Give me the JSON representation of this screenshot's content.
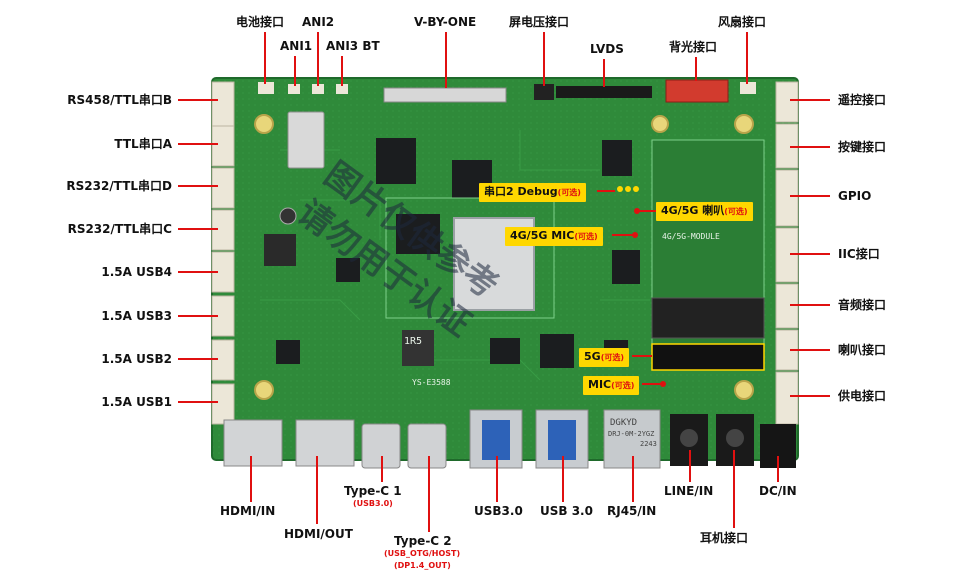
{
  "board": {
    "model": "YS-E3588",
    "module_silk": "4G/5G-MODULE",
    "rj45_brand": "DGKYD",
    "rj45_part": "DRJ-0M-2YGZ",
    "rj45_code": "2243",
    "inductor": "1R5",
    "colors": {
      "pcb": "#2f8a3a",
      "pcb_dark": "#1f6a2b",
      "connector": "#ece7d8",
      "accent": "#e01010",
      "tag": "#ffd700"
    }
  },
  "watermark": [
    "图片仅供参考",
    "请勿用于认证"
  ],
  "labels_left": [
    "RS458/TTL串口B",
    "TTL串口A",
    "RS232/TTL串口D",
    "RS232/TTL串口C",
    "1.5A  USB4",
    "1.5A  USB3",
    "1.5A  USB2",
    "1.5A  USB1"
  ],
  "labels_right": [
    "遥控接口",
    "按键接口",
    "GPIO",
    "IIC接口",
    "音频接口",
    "喇叭接口",
    "供电接口"
  ],
  "labels_top": {
    "battery": "电池接口",
    "ani1": "ANI1",
    "ani2": "ANI2",
    "ani3": "ANI3 BT",
    "vbyone": "V-BY-ONE",
    "screen_voltage": "屏电压接口",
    "lvds": "LVDS",
    "backlight": "背光接口",
    "fan": "风扇接口"
  },
  "labels_bottom": {
    "hdmi_in": "HDMI/IN",
    "hdmi_out": "HDMI/OUT",
    "typec1": "Type-C  1",
    "typec1_sub": "(USB3.0)",
    "typec2": "Type-C  2",
    "typec2_sub1": "(USB_OTG/HOST)",
    "typec2_sub2": "(DP1.4_OUT)",
    "usb30a": "USB3.0",
    "usb30b": "USB 3.0",
    "rj45": "RJ45/IN",
    "line_in": "LINE/IN",
    "earphone": "耳机接口",
    "dc_in": "DC/IN"
  },
  "tags": {
    "debug": "串口2  Debug",
    "debug_q": "(可选)",
    "speaker": "4G/5G  喇叭",
    "speaker_q": "(可选)",
    "mic45": "4G/5G  MIC",
    "mic45_q": "(可选)",
    "g5": "5G",
    "g5_q": "(可选)",
    "mic": "MIC",
    "mic_q": "(可选)"
  }
}
